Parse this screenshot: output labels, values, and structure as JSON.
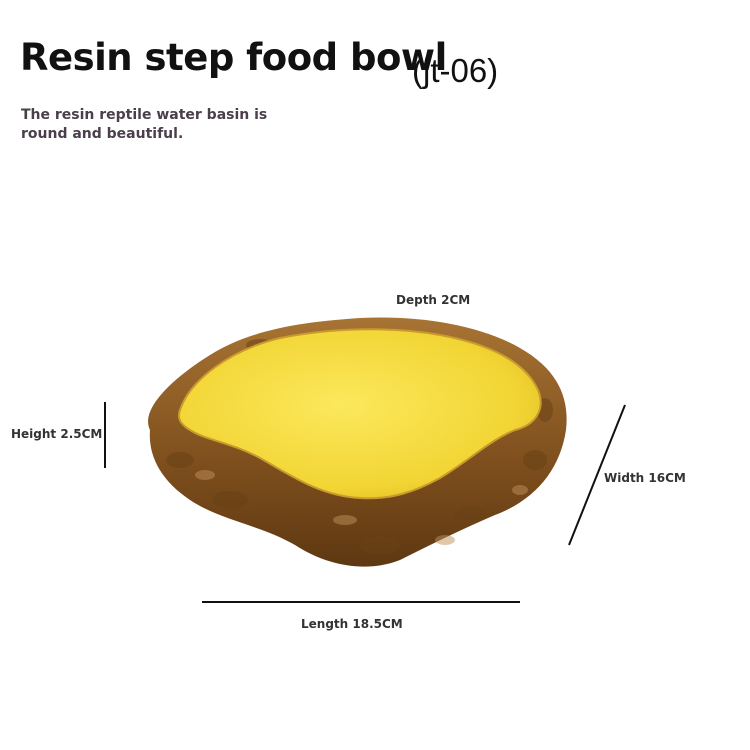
{
  "title": {
    "main": "Resin step food bowl",
    "code": "(jt-06)"
  },
  "description": "The resin reptile water basin is round and beautiful.",
  "dimensions": {
    "depth": "Depth 2CM",
    "height": "Height 2.5CM",
    "width": "Width 16CM",
    "length": "Length 18.5CM"
  },
  "colors": {
    "bowl_inner": "#f0d63a",
    "rock_brown": "#8a5a22",
    "text_dark": "#111111"
  }
}
